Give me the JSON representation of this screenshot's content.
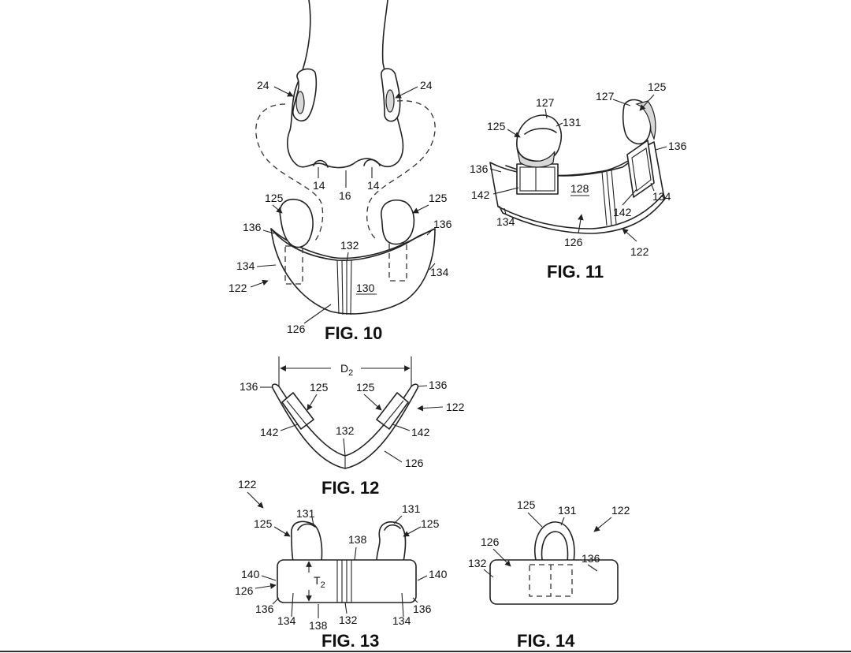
{
  "figures": {
    "fig10": {
      "caption": "FIG. 10",
      "labels": {
        "l24a": "24",
        "l24b": "24",
        "l14a": "14",
        "l14b": "14",
        "l16": "16",
        "l125a": "125",
        "l125b": "125",
        "l136a": "136",
        "l136b": "136",
        "l132": "132",
        "l134a": "134",
        "l134b": "134",
        "l122": "122",
        "l130": "130",
        "l126": "126"
      }
    },
    "fig11": {
      "caption": "FIG. 11",
      "labels": {
        "l127a": "127",
        "l127b": "127",
        "l125a": "125",
        "l125b": "125",
        "l131": "131",
        "l136a": "136",
        "l136b": "136",
        "l142a": "142",
        "l142b": "142",
        "l128": "128",
        "l134a": "134",
        "l134b": "134",
        "l126": "126",
        "l122": "122"
      }
    },
    "fig12": {
      "caption": "FIG. 12",
      "labels": {
        "d2": "D",
        "d2sub": "2",
        "l136a": "136",
        "l136b": "136",
        "l125a": "125",
        "l125b": "125",
        "l122": "122",
        "l142a": "142",
        "l142b": "142",
        "l132": "132",
        "l126": "126"
      }
    },
    "fig13": {
      "caption": "FIG. 13",
      "labels": {
        "l122": "122",
        "l131a": "131",
        "l131b": "131",
        "l125a": "125",
        "l125b": "125",
        "l138a": "138",
        "l140a": "140",
        "l140b": "140",
        "t2": "T",
        "t2sub": "2",
        "l126": "126",
        "l136a": "136",
        "l136b": "136",
        "l134a": "134",
        "l134b": "134",
        "l138b": "138",
        "l132": "132"
      }
    },
    "fig14": {
      "caption": "FIG. 14",
      "labels": {
        "l125": "125",
        "l131": "131",
        "l122": "122",
        "l126": "126",
        "l132": "132",
        "l136": "136"
      }
    }
  }
}
